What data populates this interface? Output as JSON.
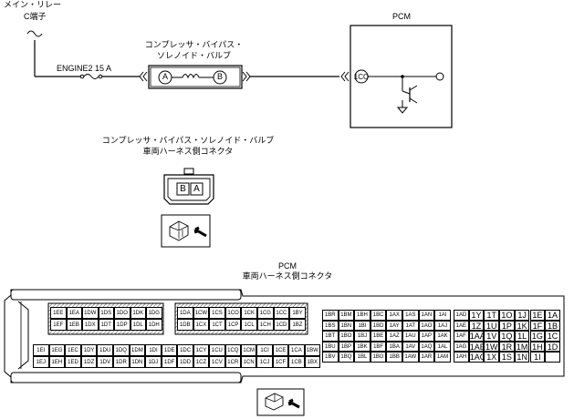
{
  "circuit": {
    "main_relay_label": "メイン・リレー",
    "main_relay_terminal": "C端子",
    "fuse_label": "ENGINE2 15 A",
    "valve_label_line1": "コンプレッサ・バイパス・",
    "valve_label_line2": "ソレノイド・バルブ",
    "terminal_a": "A",
    "terminal_b": "B",
    "pcm_label": "PCM",
    "pcm_terminal": "1CO"
  },
  "valve_connector": {
    "title_line1": "コンプレッサ・バイパス・ソレノイド・バルブ",
    "title_line2": "車両ハーネス側コネクタ",
    "pin_b": "B",
    "pin_a": "A"
  },
  "pcm_connector": {
    "title_line1": "PCM",
    "title_line2": "車両ハーネス側コネクタ",
    "block1": {
      "rows": [
        [
          "1EE",
          "1EA",
          "1DW",
          "1DS",
          "1DO",
          "1DK",
          "1DG"
        ],
        [
          "1EF",
          "1EB",
          "1DX",
          "1DT",
          "1DP",
          "1DL",
          "1DH"
        ]
      ]
    },
    "block2": {
      "rows": [
        [
          "1DA",
          "1CW",
          "1CS",
          "1CO",
          "1CK",
          "1CG",
          "1CC",
          "1BY"
        ],
        [
          "1DB",
          "1CX",
          "1CT",
          "1CP",
          "1CL",
          "1CH",
          "1CD",
          "1BZ"
        ]
      ]
    },
    "block3": {
      "rows": [
        [
          "1EI",
          "1EG",
          "1EC",
          "1DY",
          "1DU",
          "1DQ",
          "1DM",
          "1DI"
        ],
        [
          "1EJ",
          "1EH",
          "1ED",
          "1DZ",
          "1DV",
          "1DR",
          "1DN",
          "1DJ"
        ]
      ]
    },
    "block4": {
      "rows": [
        [
          "1DE",
          "1DC",
          "1CY",
          "1CU",
          "1CQ",
          "1CM",
          "1CI",
          "1CE",
          "1CA",
          "1BW"
        ],
        [
          "1DF",
          "1DD",
          "1CZ",
          "1CV",
          "1CR",
          "1CN",
          "1CJ",
          "1CF",
          "1CB",
          "1BX"
        ]
      ]
    },
    "block5": {
      "rows": [
        [
          "1BR",
          "1BM",
          "1BH",
          "1BC",
          "1AX",
          "1AS",
          "1AN",
          "1AI"
        ],
        [
          "1BS",
          "1BN",
          "1BI",
          "1BD",
          "1AY",
          "1AT",
          "1AO",
          "1AJ"
        ],
        [
          "1BT",
          "1BO",
          "1BJ",
          "1BE",
          "1AZ",
          "1AU",
          "1AP",
          "1AK"
        ],
        [
          "1BU",
          "1BP",
          "1BK",
          "1BF",
          "1BA",
          "1AV",
          "1AQ",
          "1AL"
        ],
        [
          "1BV",
          "1BQ",
          "1BL",
          "1BG",
          "1BB",
          "1AW",
          "1AR",
          "1AM"
        ]
      ]
    },
    "block6": {
      "rows": [
        [
          "1AD",
          "1Y",
          "1T",
          "1O",
          "1J",
          "1E",
          "1A"
        ],
        [
          "1AE",
          "1Z",
          "1U",
          "1P",
          "1K",
          "1F",
          "1B"
        ],
        [
          "1AF",
          "1AA",
          "1V",
          "1Q",
          "1L",
          "1G",
          "1C"
        ],
        [
          "1AG",
          "1AB",
          "1W",
          "1R",
          "1M",
          "1H",
          "1D"
        ],
        [
          "1AH",
          "1AC",
          "1X",
          "1S",
          "1N",
          "1I",
          ""
        ]
      ]
    }
  }
}
